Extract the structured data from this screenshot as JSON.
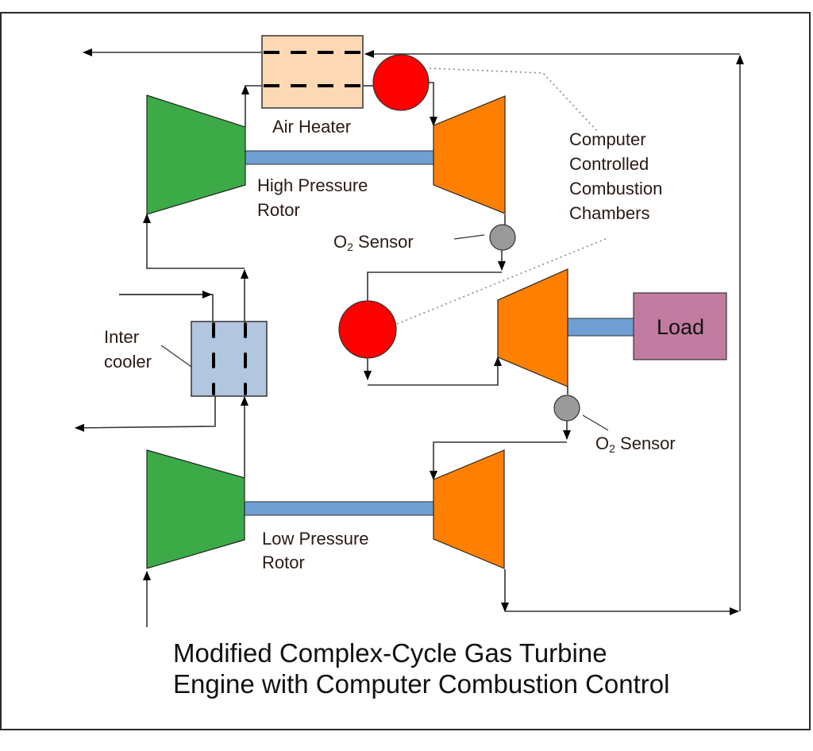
{
  "title": {
    "line1": "Modified Complex-Cycle Gas Turbine",
    "line2": "Engine with Computer Combustion Control"
  },
  "labels": {
    "air_heater": "Air Heater",
    "hp_rotor_1": "High Pressure",
    "hp_rotor_2": "Rotor",
    "lp_rotor_1": "Low Pressure",
    "lp_rotor_2": "Rotor",
    "intercooler_1": "Inter",
    "intercooler_2": "cooler",
    "chambers_1": "Computer",
    "chambers_2": "Controlled",
    "chambers_3": "Combustion",
    "chambers_4": "Chambers",
    "o2_sensor_upper_O": "O",
    "o2_sensor_upper_sub": "2",
    "o2_sensor_upper_rest": " Sensor",
    "o2_sensor_lower_O": "O",
    "o2_sensor_lower_sub": "2",
    "o2_sensor_lower_rest": " Sensor",
    "load": "Load"
  },
  "colors": {
    "compressor": "#3cab47",
    "turbine": "#ff8000",
    "shaft": "#6f9fd3",
    "air_heater": "#fcd9b4",
    "intercooler": "#b3c6df",
    "combustor": "#ff0000",
    "sensor": "#9a9a9a",
    "load": "#c27ba0"
  }
}
